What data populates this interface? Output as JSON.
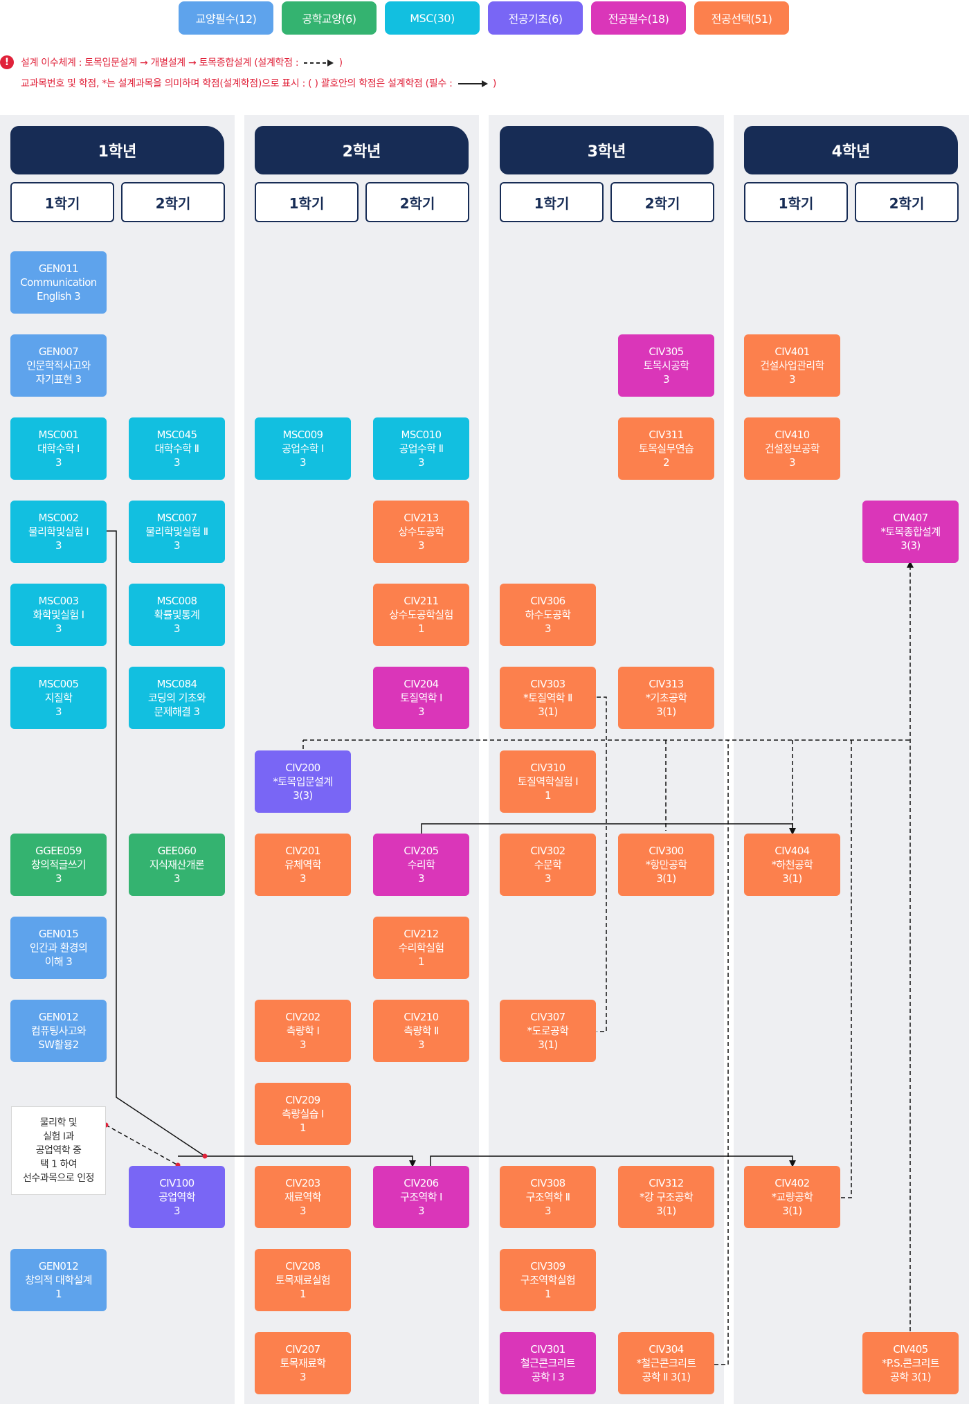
{
  "legend": {
    "gen": "교양필수(12)",
    "eng": "공학교양(6)",
    "msc": "MSC(30)",
    "basic": "전공기초(6)",
    "req": "전공필수(18)",
    "elec": "전공선택(51)"
  },
  "notes": {
    "icon": "!",
    "line1": "설계 이수체계 : 토목입문설계 → 개별설계 → 토목종합설계 (설계학점 :",
    "line1_end": ")",
    "line2": "교과목번호 및 학점, *는 설계과목을 의미하며 학점(설계학점)으로 표시 : ( ) 괄호안의 학점은 설계학점 (필수 :",
    "line2_end": ")"
  },
  "years": [
    "1학년",
    "2학년",
    "3학년",
    "4학년"
  ],
  "semesters": [
    "1학기",
    "2학기"
  ],
  "info_box": "물리학 및\n실험 Ⅰ과\n공업역학 중\n택 1 하여\n선수과목으로 인정",
  "courses": [
    {
      "id": "GEN011",
      "text": "GEN011\nCommunication\nEnglish 3",
      "cat": "gen"
    },
    {
      "id": "GEN007",
      "text": "GEN007\n인문학적사고와\n자기표현 3",
      "cat": "gen"
    },
    {
      "id": "MSC001",
      "text": "MSC001\n대학수학 Ⅰ\n3",
      "cat": "msc"
    },
    {
      "id": "MSC002",
      "text": "MSC002\n물리학및실험 Ⅰ\n3",
      "cat": "msc"
    },
    {
      "id": "MSC003",
      "text": "MSC003\n화학및실험 Ⅰ\n3",
      "cat": "msc"
    },
    {
      "id": "MSC005",
      "text": "MSC005\n지질학\n3",
      "cat": "msc"
    },
    {
      "id": "GGEE059",
      "text": "GGEE059\n창의적글쓰기\n3",
      "cat": "eng"
    },
    {
      "id": "GEN015",
      "text": "GEN015\n인간과 환경의\n이해 3",
      "cat": "gen"
    },
    {
      "id": "GEN012a",
      "text": "GEN012\n컴퓨팅사고와\nSW활용2",
      "cat": "gen"
    },
    {
      "id": "GEN012b",
      "text": "GEN012\n창의적 대학설계\n1",
      "cat": "gen"
    },
    {
      "id": "MSC045",
      "text": "MSC045\n대학수학 Ⅱ\n3",
      "cat": "msc"
    },
    {
      "id": "MSC007",
      "text": "MSC007\n물리학및실험 Ⅱ\n3",
      "cat": "msc"
    },
    {
      "id": "MSC008",
      "text": "MSC008\n확률및통계\n3",
      "cat": "msc"
    },
    {
      "id": "MSC084",
      "text": "MSC084\n코딩의 기초와\n문제해결 3",
      "cat": "msc"
    },
    {
      "id": "GEE060",
      "text": "GEE060\n지식재산개론\n3",
      "cat": "eng"
    },
    {
      "id": "CIV100",
      "text": "CIV100\n공업역학\n3",
      "cat": "basic"
    },
    {
      "id": "MSC009",
      "text": "MSC009\n공업수학 Ⅰ\n3",
      "cat": "msc"
    },
    {
      "id": "CIV200",
      "text": "CIV200\n*토목입문설계\n3(3)",
      "cat": "basic"
    },
    {
      "id": "CIV201",
      "text": "CIV201\n유체역학\n3",
      "cat": "elec"
    },
    {
      "id": "CIV202",
      "text": "CIV202\n측량학 Ⅰ\n3",
      "cat": "elec"
    },
    {
      "id": "CIV209",
      "text": "CIV209\n측량실습 Ⅰ\n1",
      "cat": "elec"
    },
    {
      "id": "CIV203",
      "text": "CIV203\n재료역학\n3",
      "cat": "elec"
    },
    {
      "id": "CIV208",
      "text": "CIV208\n토목재료실험\n1",
      "cat": "elec"
    },
    {
      "id": "CIV207",
      "text": "CIV207\n토목재료학\n3",
      "cat": "elec"
    },
    {
      "id": "MSC010",
      "text": "MSC010\n공업수학 Ⅱ\n3",
      "cat": "msc"
    },
    {
      "id": "CIV213",
      "text": "CIV213\n상수도공학\n3",
      "cat": "elec"
    },
    {
      "id": "CIV211",
      "text": "CIV211\n상수도공학실험\n1",
      "cat": "elec"
    },
    {
      "id": "CIV204",
      "text": "CIV204\n토질역학 Ⅰ\n3",
      "cat": "req"
    },
    {
      "id": "CIV205",
      "text": "CIV205\n수리학\n3",
      "cat": "req"
    },
    {
      "id": "CIV212",
      "text": "CIV212\n수리학실험\n1",
      "cat": "elec"
    },
    {
      "id": "CIV210",
      "text": "CIV210\n측량학 Ⅱ\n3",
      "cat": "elec"
    },
    {
      "id": "CIV206",
      "text": "CIV206\n구조역학 Ⅰ\n3",
      "cat": "req"
    },
    {
      "id": "CIV306",
      "text": "CIV306\n하수도공학\n3",
      "cat": "elec"
    },
    {
      "id": "CIV303",
      "text": "CIV303\n*토질역학 Ⅱ\n3(1)",
      "cat": "elec"
    },
    {
      "id": "CIV310",
      "text": "CIV310\n토질역학실험 Ⅰ\n1",
      "cat": "elec"
    },
    {
      "id": "CIV302",
      "text": "CIV302\n수문학\n3",
      "cat": "elec"
    },
    {
      "id": "CIV307",
      "text": "CIV307\n*도로공학\n3(1)",
      "cat": "elec"
    },
    {
      "id": "CIV308",
      "text": "CIV308\n구조역학 Ⅱ\n3",
      "cat": "elec"
    },
    {
      "id": "CIV309",
      "text": "CIV309\n구조역학실험\n1",
      "cat": "elec"
    },
    {
      "id": "CIV301",
      "text": "CIV301\n철근콘크리트\n공학 Ⅰ 3",
      "cat": "req"
    },
    {
      "id": "CIV305",
      "text": "CIV305\n토목시공학\n3",
      "cat": "req"
    },
    {
      "id": "CIV311",
      "text": "CIV311\n토목실무연습\n2",
      "cat": "elec"
    },
    {
      "id": "CIV313",
      "text": "CIV313\n*기초공학\n3(1)",
      "cat": "elec"
    },
    {
      "id": "CIV300",
      "text": "CIV300\n*항만공학\n3(1)",
      "cat": "elec"
    },
    {
      "id": "CIV312",
      "text": "CIV312\n*강 구조공학\n3(1)",
      "cat": "elec"
    },
    {
      "id": "CIV304",
      "text": "CIV304\n*철근콘크리트\n공학 Ⅱ 3(1)",
      "cat": "elec"
    },
    {
      "id": "CIV401",
      "text": "CIV401\n건설사업관리학\n3",
      "cat": "elec"
    },
    {
      "id": "CIV410",
      "text": "CIV410\n건설정보공학\n3",
      "cat": "elec"
    },
    {
      "id": "CIV404",
      "text": "CIV404\n*하천공학\n3(1)",
      "cat": "elec"
    },
    {
      "id": "CIV402",
      "text": "CIV402\n*교량공학\n3(1)",
      "cat": "elec"
    },
    {
      "id": "CIV407",
      "text": "CIV407\n*토목종합설계\n3(3)",
      "cat": "req"
    },
    {
      "id": "CIV405",
      "text": "CIV405\n*P.S.콘크리트\n공학 3(1)",
      "cat": "elec"
    }
  ]
}
